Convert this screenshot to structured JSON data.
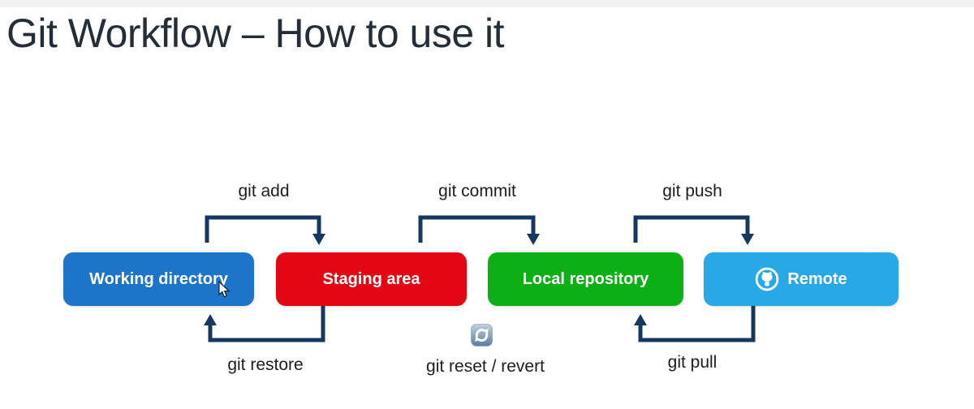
{
  "slide": {
    "title": "Git Workflow – How to use it"
  },
  "diagram": {
    "arrow_color": "#16385e",
    "nodes": [
      {
        "label": "Working directory",
        "color": "#1c75c8"
      },
      {
        "label": "Staging area",
        "color": "#e30613"
      },
      {
        "label": "Local repository",
        "color": "#0cb014"
      },
      {
        "label": "Remote",
        "color": "#29a8e8",
        "icon": "github-icon"
      }
    ],
    "edges": [
      {
        "label": "git add",
        "from": "Working directory",
        "to": "Staging area",
        "row": "top"
      },
      {
        "label": "git commit",
        "from": "Staging area",
        "to": "Local repository",
        "row": "top"
      },
      {
        "label": "git push",
        "from": "Local repository",
        "to": "Remote",
        "row": "top"
      },
      {
        "label": "git restore",
        "from": "Staging area",
        "to": "Working directory",
        "row": "bottom"
      },
      {
        "label": "git reset / revert",
        "icon": "refresh-icon",
        "row": "bottom"
      },
      {
        "label": "git pull",
        "from": "Remote",
        "to": "Local repository",
        "row": "bottom"
      }
    ]
  }
}
